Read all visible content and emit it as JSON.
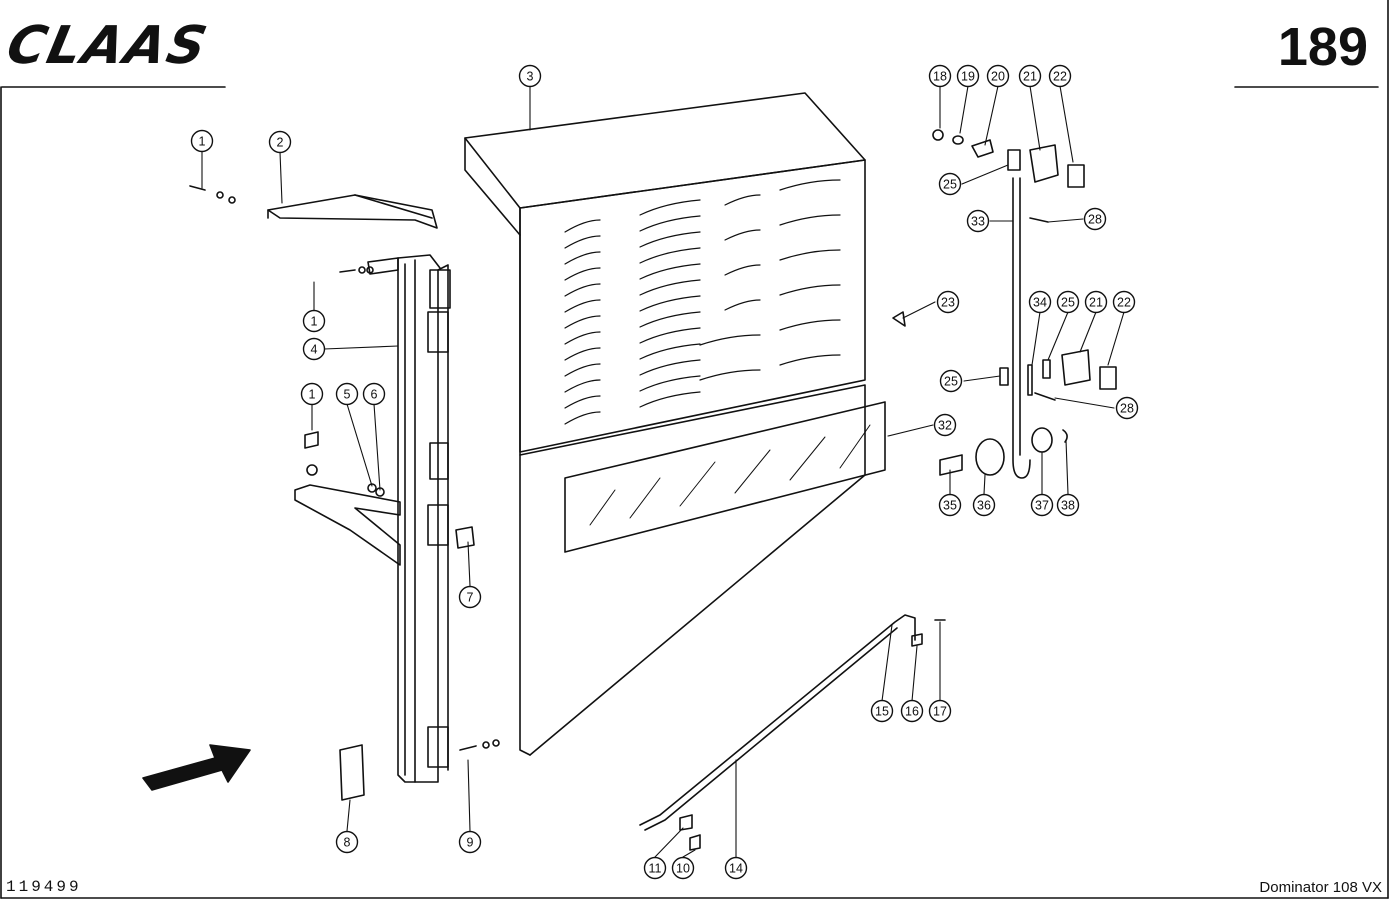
{
  "header": {
    "brand_logo": "CLAAS",
    "page_number": "189"
  },
  "footer": {
    "drawing_number": "119499",
    "model_name": "Dominator 108 VX"
  },
  "callouts": [
    "1",
    "2",
    "3",
    "1",
    "4",
    "1",
    "5",
    "6",
    "7",
    "8",
    "9",
    "18",
    "19",
    "20",
    "21",
    "22",
    "25",
    "33",
    "28",
    "23",
    "34",
    "25",
    "21",
    "22",
    "25",
    "28",
    "32",
    "35",
    "36",
    "37",
    "38",
    "15",
    "16",
    "17",
    "14",
    "11",
    "10"
  ]
}
